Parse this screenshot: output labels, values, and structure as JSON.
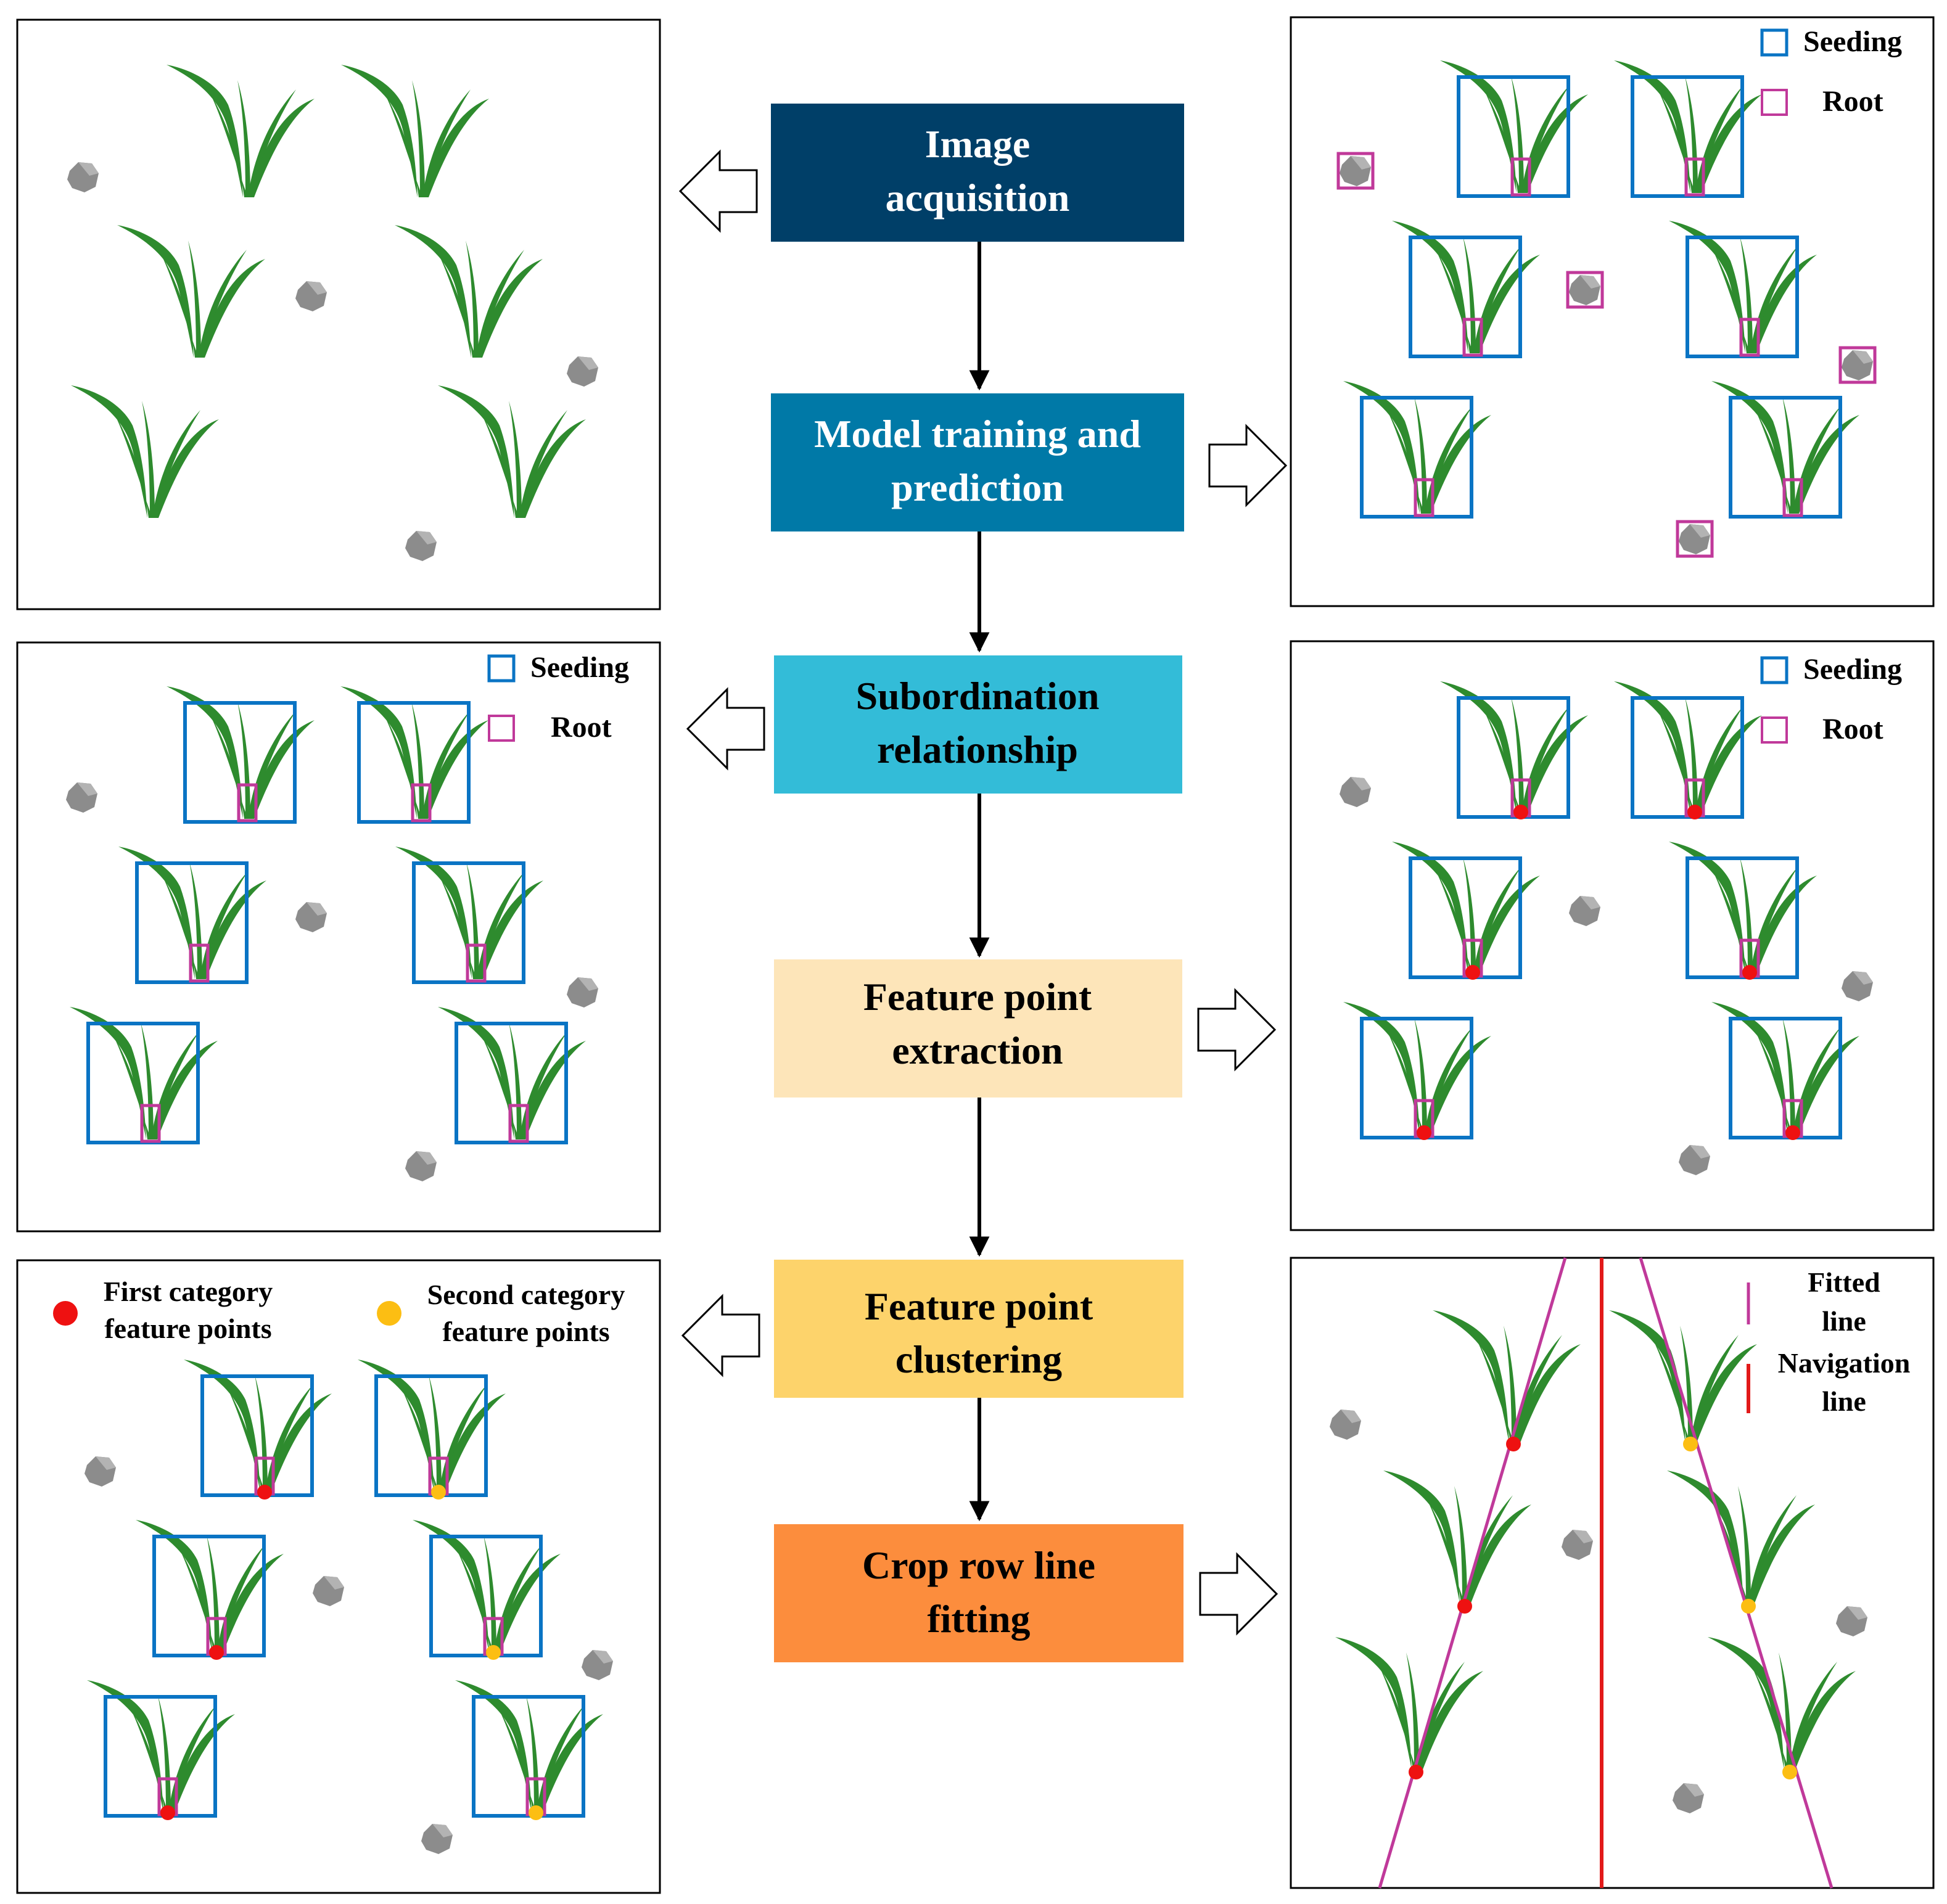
{
  "steps": [
    {
      "id": "image-acquisition",
      "lines": [
        "Image",
        "acquisition"
      ],
      "color": "#003f68",
      "text_color": "#ffffff"
    },
    {
      "id": "model-training",
      "lines": [
        "Model training and",
        "prediction"
      ],
      "color": "#0079a7",
      "text_color": "#ffffff"
    },
    {
      "id": "subordination",
      "lines": [
        "Subordination",
        "relationship"
      ],
      "color": "#33bcd8",
      "text_color": "#000000"
    },
    {
      "id": "feature-extraction",
      "lines": [
        "Feature point",
        "extraction"
      ],
      "color": "#fde5b9",
      "text_color": "#000000"
    },
    {
      "id": "feature-clustering",
      "lines": [
        "Feature point",
        "clustering"
      ],
      "color": "#fdd36b",
      "text_color": "#000000"
    },
    {
      "id": "crop-row-fitting",
      "lines": [
        "Crop row line",
        "fitting"
      ],
      "color": "#fc8d3d",
      "text_color": "#000000"
    }
  ],
  "legends": {
    "seeding": "Seeding",
    "root": "Root",
    "first_category": [
      "First category",
      "feature points"
    ],
    "second_category": [
      "Second category",
      "feature points"
    ],
    "fitted_line": [
      "Fitted",
      "line"
    ],
    "navigation_line": [
      "Navigation",
      "line"
    ]
  },
  "colors": {
    "seeding_box": "#0a74c4",
    "root_box": "#c0399a",
    "plant": "#2e8b2e",
    "stone": "#8c8c8c",
    "first_point": "#ee1111",
    "second_point": "#fcbe13",
    "fitted_line": "#c0399a",
    "navigation_line": "#e21a1a",
    "arrow": "#000000"
  }
}
